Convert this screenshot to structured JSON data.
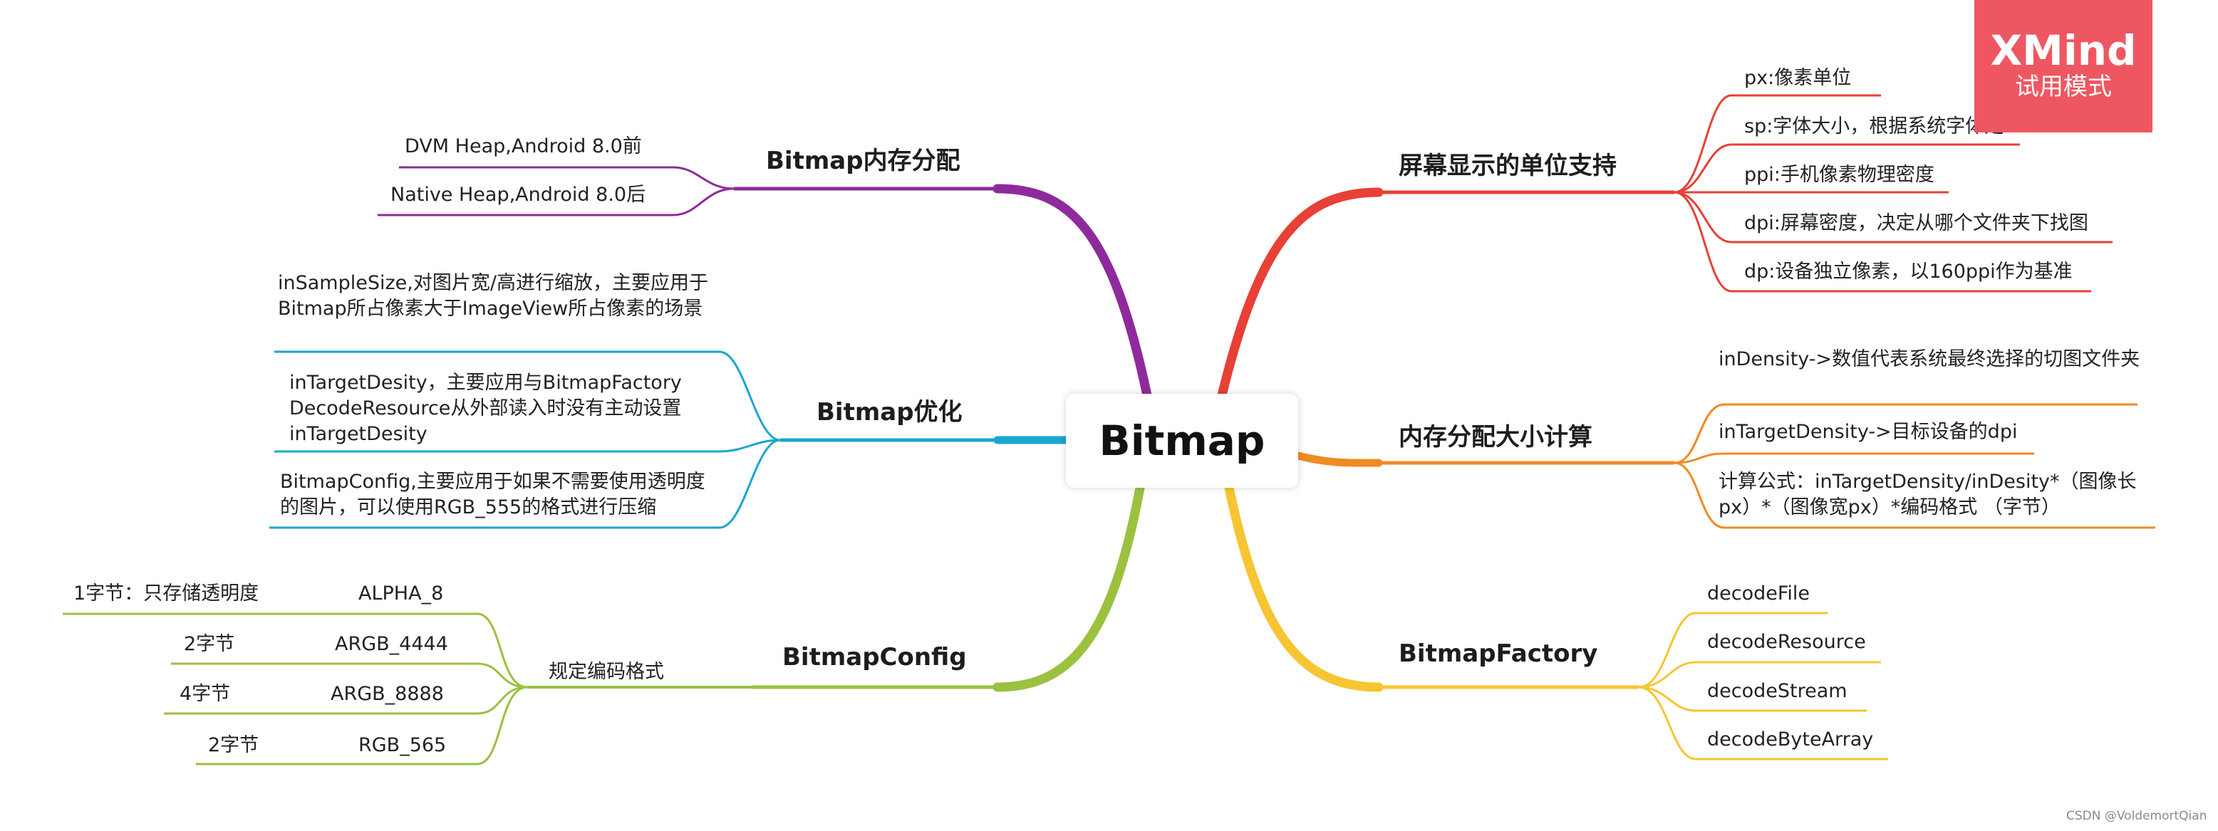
{
  "central": "Bitmap",
  "watermark": {
    "brand": "XMind",
    "mode": "试用模式"
  },
  "credit": "CSDN @VoldemortQian",
  "colors": {
    "memory_alloc": "#8f2a9c",
    "optimization": "#1aa6cf",
    "bitmap_config": "#9bc140",
    "screen_units": "#e84036",
    "size_calc": "#f08a24",
    "bitmap_factory": "#f7c531",
    "watermark_bg": "#ee5762"
  },
  "branches": {
    "memory_alloc": {
      "title": "Bitmap内存分配",
      "items": [
        "DVM Heap,Android 8.0前",
        "Native Heap,Android 8.0后"
      ]
    },
    "optimization": {
      "title": "Bitmap优化",
      "items": [
        "inSampleSize,对图片宽/高进行缩放，主要应用于Bitmap所占像素大于ImageView所占像素的场景",
        "inTargetDesity，主要应用与BitmapFactory DecodeResource从外部读入时没有主动设置inTargetDesity",
        "BitmapConfig,主要应用于如果不需要使用透明度的图片，可以使用RGB_555的格式进行压缩"
      ]
    },
    "bitmap_config": {
      "title": "BitmapConfig",
      "sub": "规定编码格式",
      "formats": [
        {
          "name": "ALPHA_8",
          "note": "1字节：只存储透明度"
        },
        {
          "name": "ARGB_4444",
          "note": "2字节"
        },
        {
          "name": "ARGB_8888",
          "note": "4字节"
        },
        {
          "name": "RGB_565",
          "note": "2字节"
        }
      ]
    },
    "screen_units": {
      "title": "屏幕显示的单位支持",
      "items": [
        "px:像素单位",
        "sp:字体大小，根据系统字体走",
        "ppi:手机像素物理密度",
        "dpi:屏幕密度，决定从哪个文件夹下找图",
        "dp:设备独立像素，以160ppi作为基准"
      ]
    },
    "size_calc": {
      "title": "内存分配大小计算",
      "items": [
        "inDensity->数值代表系统最终选择的切图文件夹",
        "inTargetDensity->目标设备的dpi",
        "计算公式：inTargetDensity/inDesity*（图像长px）*（图像宽px）*编码格式 （字节）"
      ]
    },
    "bitmap_factory": {
      "title": "BitmapFactory",
      "items": [
        "decodeFile",
        "decodeResource",
        "decodeStream",
        "decodeByteArray"
      ]
    }
  }
}
